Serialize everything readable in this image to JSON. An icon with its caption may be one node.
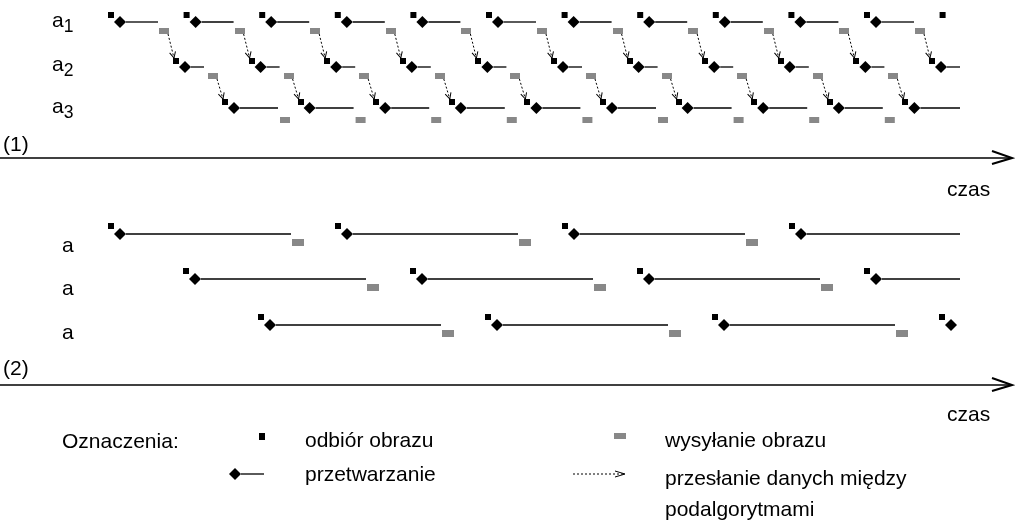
{
  "diagram": {
    "nodes": [
      {
        "text": [],
        "shape": "box"
      },
      {
        "text": [],
        "shape": "box"
      },
      {
        "text": [],
        "shape": "box"
      },
      {
        "text": [],
        "shape": "box"
      },
      {
        "text": [],
        "shape": "box"
      },
      {
        "text": [],
        "shape": "box"
      },
      {
        "text": [],
        "shape": "box"
      },
      {
        "text": [],
        "shape": "box"
      },
      {
        "text": [],
        "shape": "box"
      },
      {
        "text": [],
        "shape": "box"
      },
      {
        "text": [],
        "shape": "box"
      },
      {
        "text": [],
        "shape": "box"
      },
      {
        "text": [],
        "shape": "box"
      },
      {
        "text": [],
        "shape": "box"
      },
      {
        "text": [],
        "shape": "box"
      },
      {
        "text": [],
        "shape": "box"
      },
      {
        "text": [],
        "shape": "box"
      },
      {
        "text": [],
        "shape": "box"
      },
      {
        "text": [],
        "shape": "box"
      },
      {
        "text": [],
        "shape": "box"
      },
      {
        "text": [],
        "shape": "box"
      },
      {
        "text": [],
        "shape": "box"
      },
      {
        "text": [],
        "shape": "box"
      },
      {
        "text": [],
        "shape": "box"
      },
      {
        "text": [],
        "shape": "box"
      },
      {
        "text": [],
        "shape": "box"
      },
      {
        "text": [],
        "shape": "box"
      },
      {
        "text": [],
        "shape": "box"
      },
      {
        "text": [],
        "shape": "box"
      },
      {
        "text": [],
        "shape": "box"
      },
      {
        "text": [],
        "shape": "box"
      },
      {
        "text": [],
        "shape": "box"
      },
      {
        "text": [],
        "shape": "box"
      },
      {
        "text": [],
        "shape": "box"
      },
      {
        "text": [],
        "shape": "box"
      },
      {
        "text": [],
        "shape": "box"
      },
      {
        "text": [],
        "shape": "box"
      },
      {
        "text": [],
        "shape": "box"
      },
      {
        "text": [],
        "shape": "box"
      },
      {
        "text": [],
        "shape": "box"
      },
      {
        "text": [],
        "shape": "box"
      },
      {
        "text": [],
        "shape": "box"
      }
    ],
    "edges": [
      {
        "from": 0,
        "to": 11,
        "arrow": "to",
        "style": "dashed"
      },
      {
        "from": 1,
        "to": 12,
        "arrow": "to",
        "style": "dashed"
      },
      {
        "from": 2,
        "to": 13,
        "arrow": "to",
        "style": "dashed"
      },
      {
        "from": 3,
        "to": 14,
        "arrow": "to",
        "style": "dashed"
      },
      {
        "from": 4,
        "to": 15,
        "arrow": "to",
        "style": "dashed"
      },
      {
        "from": 5,
        "to": 16,
        "arrow": "to",
        "style": "dashed"
      },
      {
        "from": 6,
        "to": 17,
        "arrow": "to",
        "style": "dashed"
      },
      {
        "from": 7,
        "to": 18,
        "arrow": "to",
        "style": "dashed"
      },
      {
        "from": 8,
        "to": 19,
        "arrow": "to",
        "style": "dashed"
      },
      {
        "from": 9,
        "to": 20,
        "arrow": "to",
        "style": "dashed"
      },
      {
        "from": 10,
        "to": 21,
        "arrow": "to",
        "style": "dashed"
      },
      {
        "from": 22,
        "to": 32,
        "arrow": "to",
        "style": "dashed"
      },
      {
        "from": 23,
        "to": 33,
        "arrow": "to",
        "style": "dashed"
      },
      {
        "from": 24,
        "to": 34,
        "arrow": "to",
        "style": "dashed"
      },
      {
        "from": 25,
        "to": 35,
        "arrow": "to",
        "style": "dashed"
      },
      {
        "from": 26,
        "to": 36,
        "arrow": "to",
        "style": "dashed"
      },
      {
        "from": 27,
        "to": 37,
        "arrow": "to",
        "style": "dashed"
      },
      {
        "from": 28,
        "to": 38,
        "arrow": "to",
        "style": "dashed"
      },
      {
        "from": 29,
        "to": 39,
        "arrow": "to",
        "style": "dashed"
      },
      {
        "from": 30,
        "to": 40,
        "arrow": "to",
        "style": "dashed"
      },
      {
        "from": 31,
        "to": 41,
        "arrow": "to",
        "style": "dashed"
      }
    ],
    "labels": [
      "a$_{1}$",
      "a$_{2}$",
      "a$_{3}$",
      "(1)",
      "czas",
      "a",
      "a",
      "a",
      "(2)",
      "czas",
      "Oznaczenia:"
    ],
    "legend": [
      {
        "text": "odbiór obrazu",
        "color": "#000000"
      },
      {
        "text": "wysyłanie obrazu",
        "color": "#888888"
      },
      {
        "text": "przetwarzanie"
      },
      {
        "text": "przesłanie danych między podalgorytmami"
      }
    ]
  }
}
